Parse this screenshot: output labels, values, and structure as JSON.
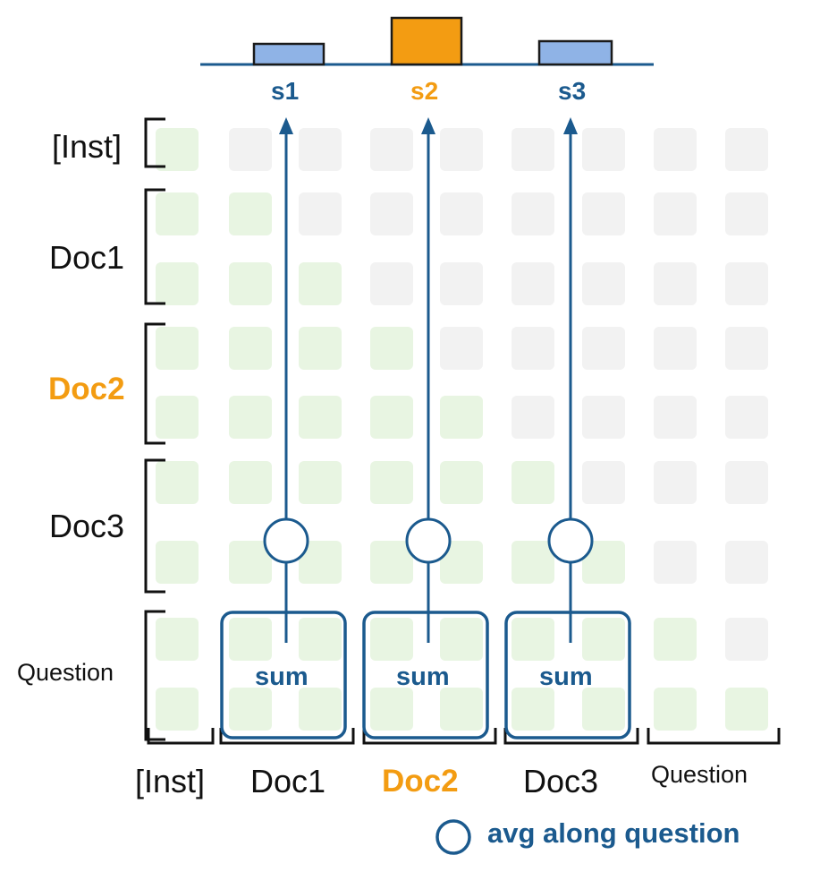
{
  "colors": {
    "accent_blue": "#1b5a8e",
    "bar_blue": "#8fb3e6",
    "highlight_orange": "#f39c12",
    "cell_green": "#e8f5e2",
    "cell_gray": "#f2f2f2"
  },
  "scores": [
    {
      "label": "s1",
      "level": "low",
      "highlight": false
    },
    {
      "label": "s2",
      "level": "high",
      "highlight": true
    },
    {
      "label": "s3",
      "level": "low",
      "highlight": false
    }
  ],
  "row_labels": [
    {
      "text": "[Inst]",
      "highlight": false
    },
    {
      "text": "Doc1",
      "highlight": false
    },
    {
      "text": "Doc2",
      "highlight": true
    },
    {
      "text": "Doc3",
      "highlight": false
    },
    {
      "text": "Question",
      "highlight": false
    }
  ],
  "col_labels": [
    {
      "text": "[Inst]",
      "highlight": false
    },
    {
      "text": "Doc1",
      "highlight": false
    },
    {
      "text": "Doc2",
      "highlight": true
    },
    {
      "text": "Doc3",
      "highlight": false
    },
    {
      "text": "Question",
      "highlight": false
    }
  ],
  "sum_label": "sum",
  "legend": {
    "text": "avg along question",
    "icon": "circle-icon"
  }
}
